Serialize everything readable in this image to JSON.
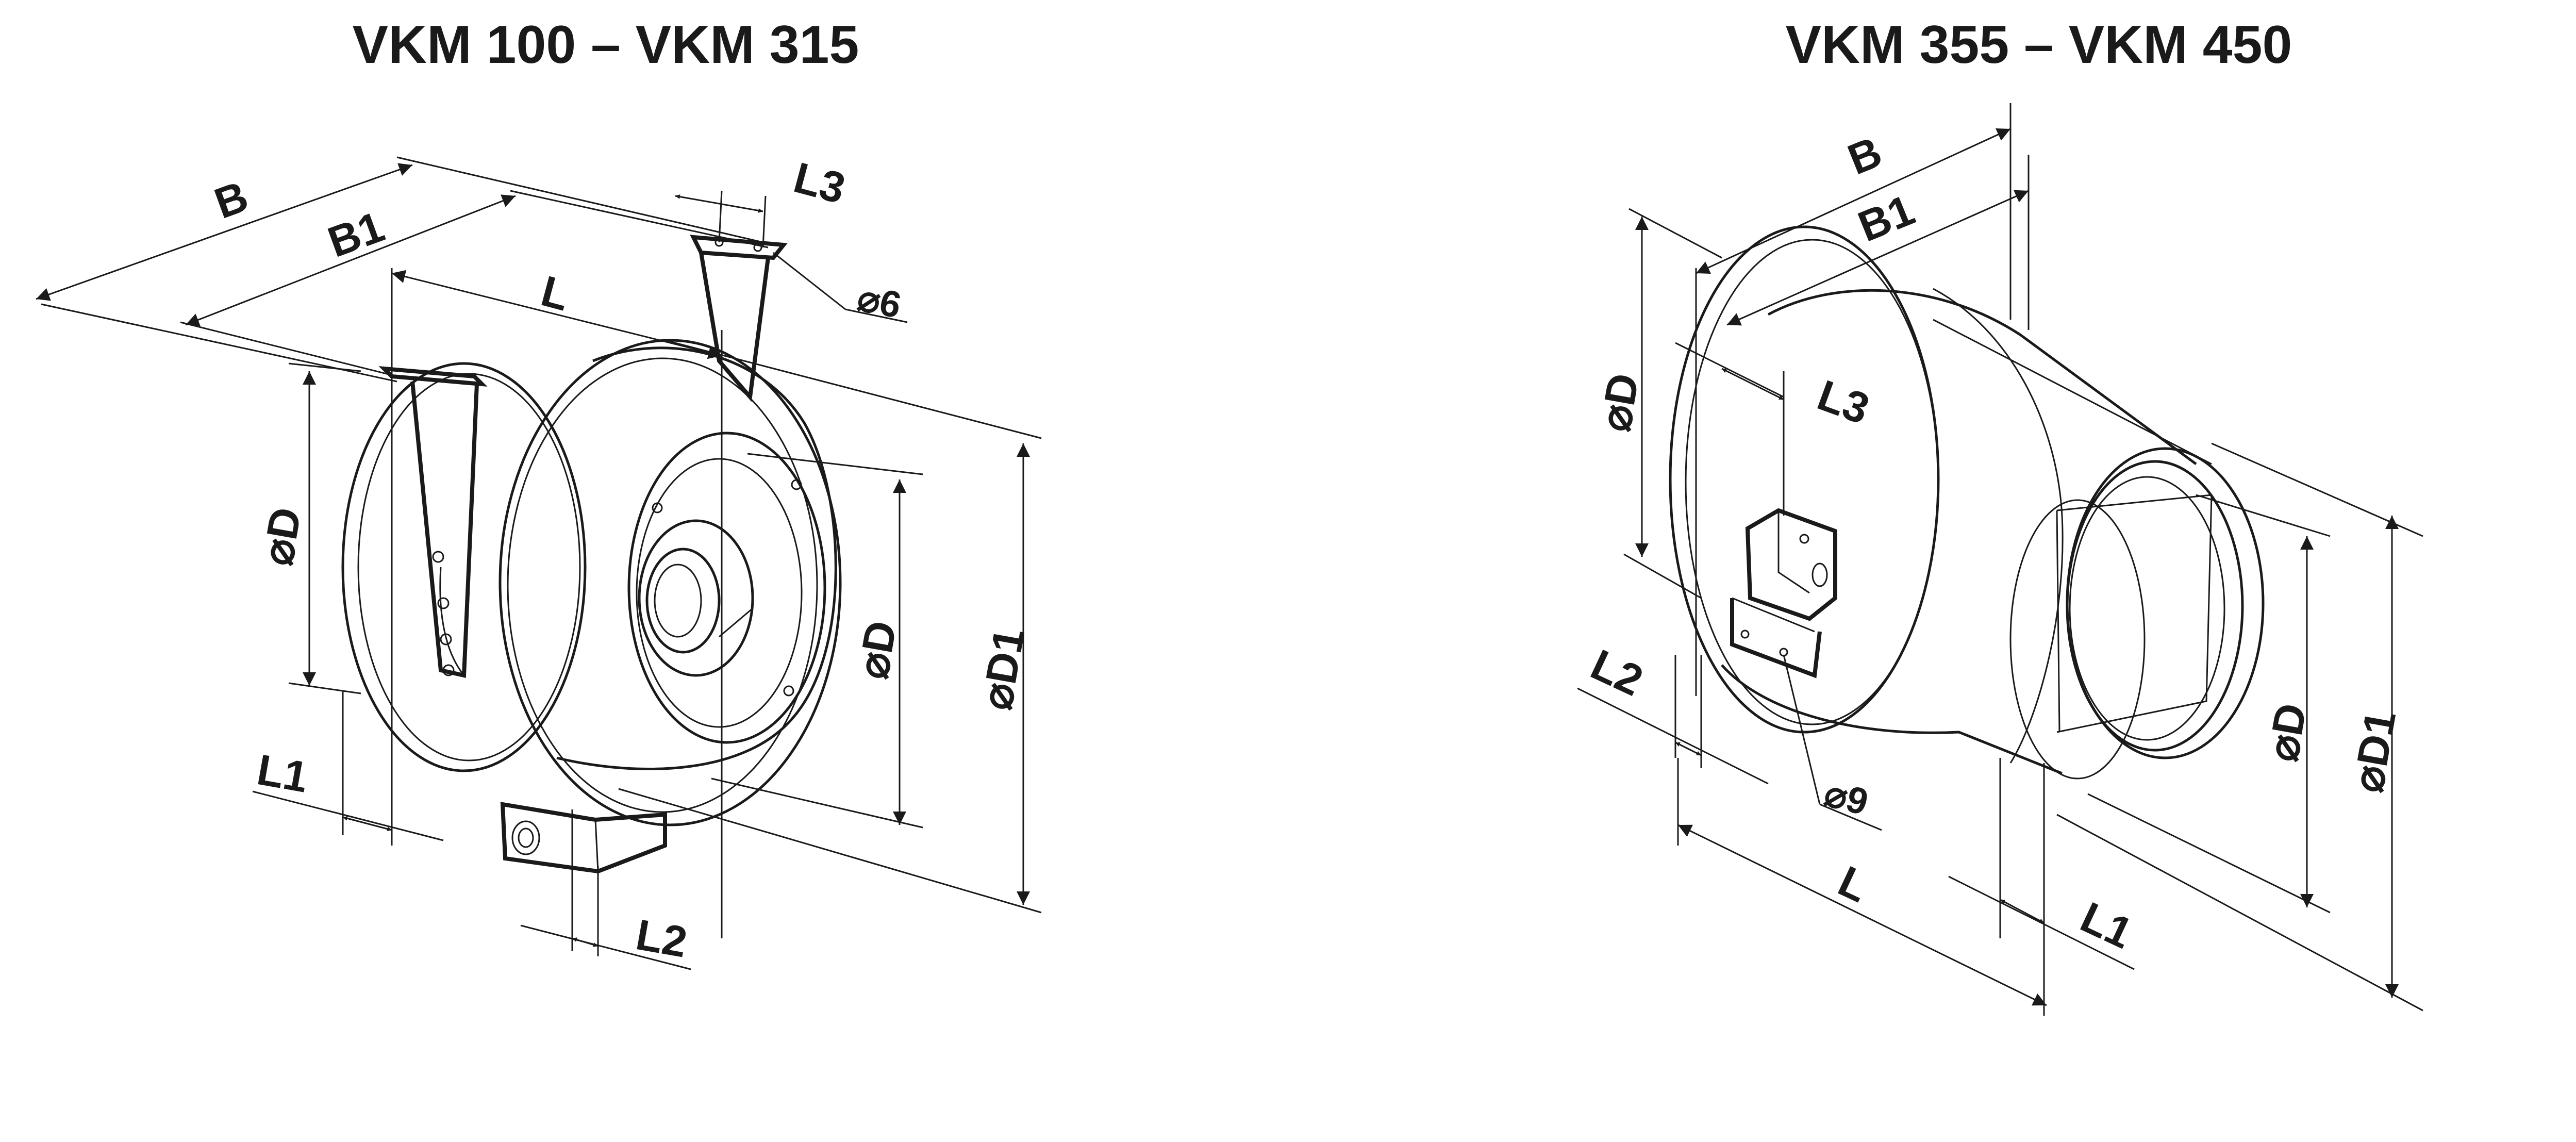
{
  "diagrams": [
    {
      "title": "VKM 100 – VKM 315",
      "labels": {
        "B": "B",
        "B1": "B1",
        "L": "L",
        "L1": "L1",
        "L2": "L2",
        "L3": "L3",
        "hole": "⌀6",
        "D_left": "⌀D",
        "D_front": "⌀D",
        "D1": "⌀D1"
      }
    },
    {
      "title": "VKM 355 – VKM 450",
      "labels": {
        "B": "B",
        "B1": "B1",
        "L": "L",
        "L1": "L1",
        "L2": "L2",
        "L3": "L3",
        "hole": "⌀9",
        "D_left": "⌀D",
        "D_right": "⌀D",
        "D1": "⌀D1"
      }
    }
  ],
  "colors": {
    "line": "#1a1a1a",
    "background": "#ffffff"
  }
}
